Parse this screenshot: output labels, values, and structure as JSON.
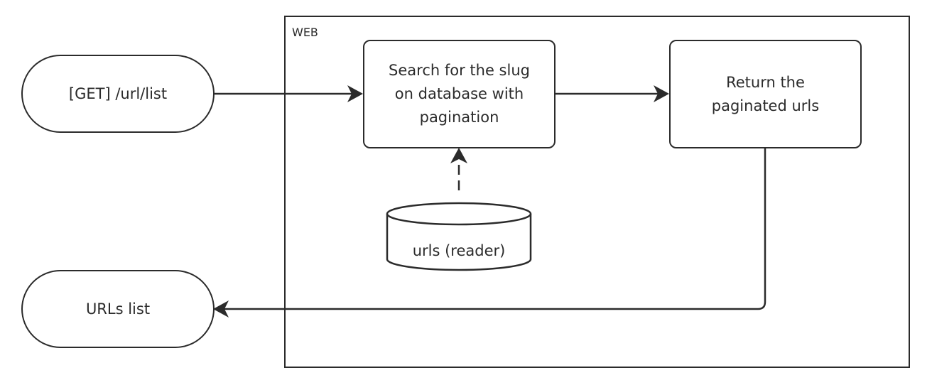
{
  "container": {
    "label": "WEB"
  },
  "nodes": {
    "start": "[GET] /url/list",
    "end": "URLs list",
    "search": "Search for the slug\non database with\npagination",
    "return_urls": "Return the\npaginated urls",
    "database": "urls (reader)"
  },
  "colors": {
    "stroke": "#2b2b2b",
    "background": "#ffffff"
  }
}
